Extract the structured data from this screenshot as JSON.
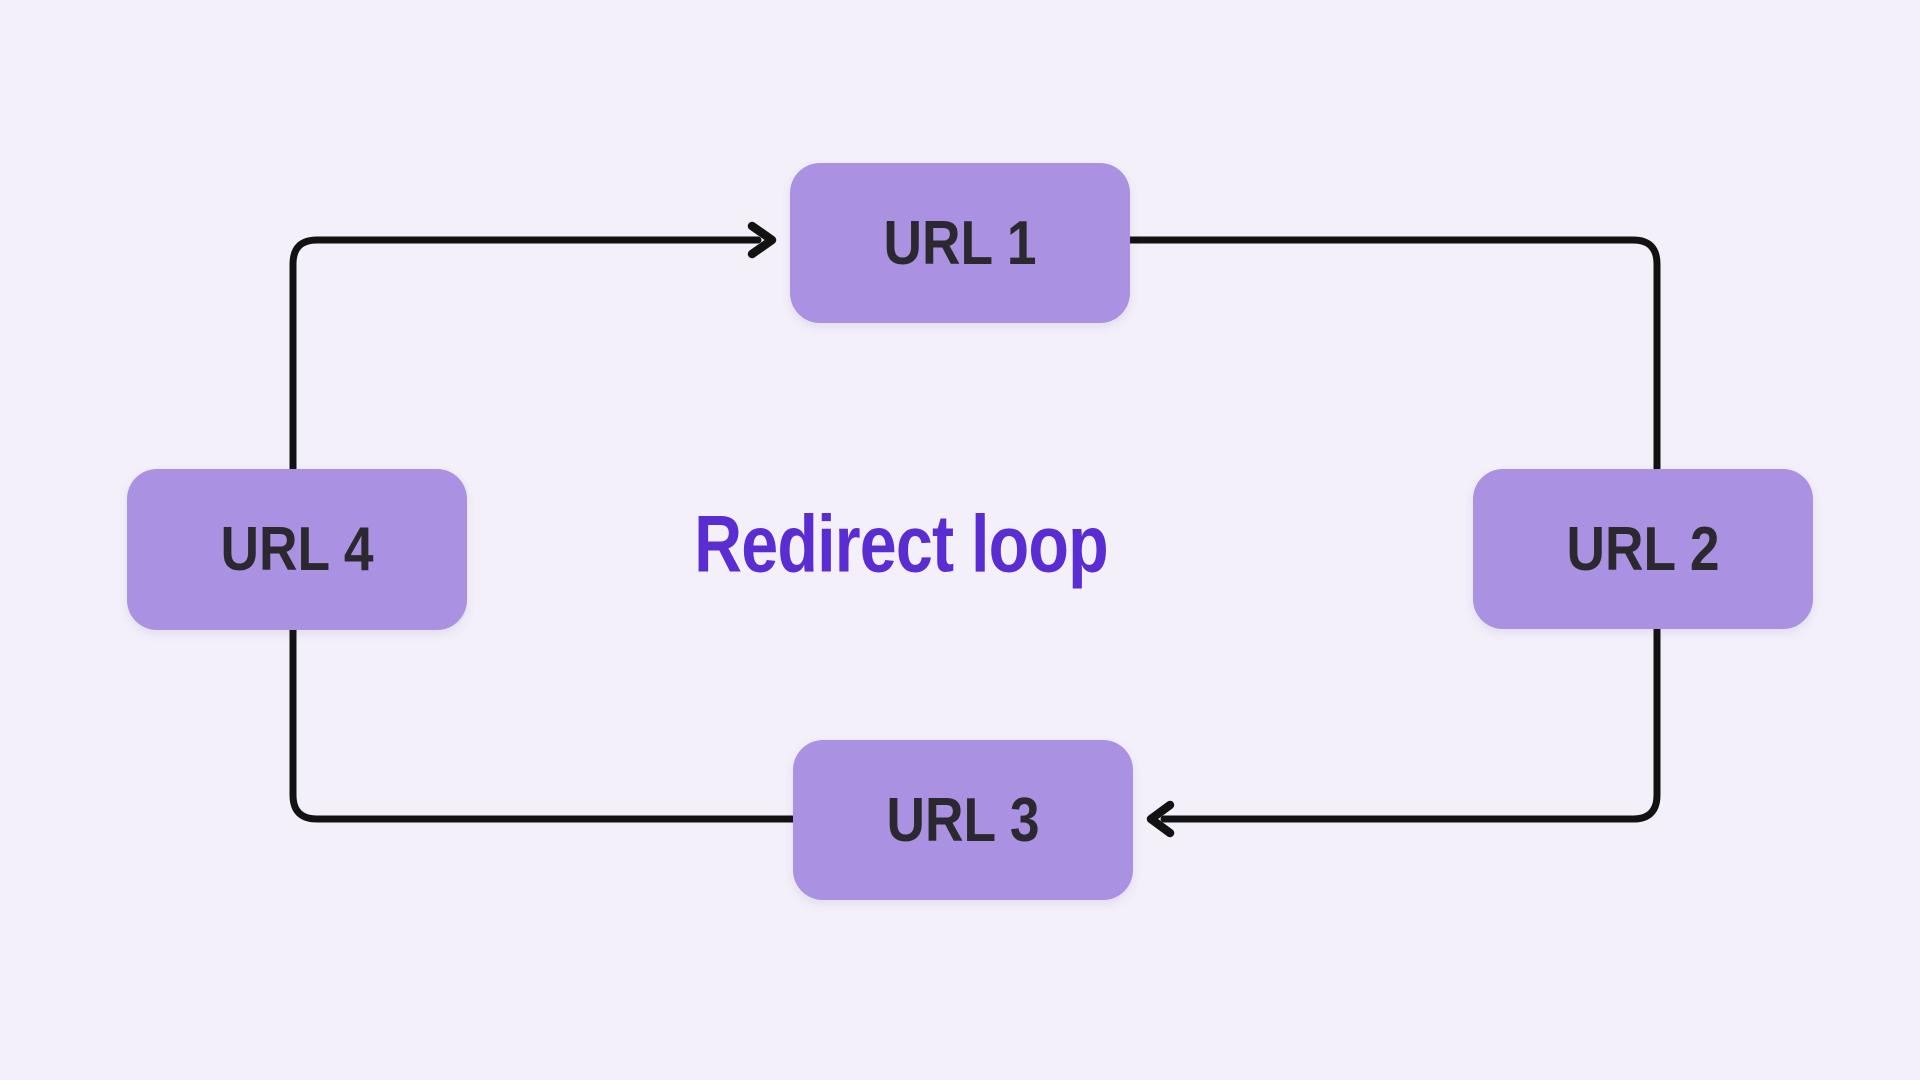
{
  "diagram": {
    "background_color": "#f3f0fa",
    "center_label": {
      "text": "Redirect loop",
      "color": "#5a2dd2"
    },
    "nodes": [
      {
        "label": "URL 1"
      },
      {
        "label": "URL 2"
      },
      {
        "label": "URL 3"
      },
      {
        "label": "URL 4"
      }
    ],
    "node_fill_color": "#ab91e2",
    "node_label_color": "#2c2830",
    "connector_color": "#121212",
    "edges": [
      {
        "from": "URL 4",
        "to": "URL 1",
        "arrowhead": true
      },
      {
        "from": "URL 1",
        "to": "URL 2",
        "arrowhead": false
      },
      {
        "from": "URL 2",
        "to": "URL 3",
        "arrowhead": true
      },
      {
        "from": "URL 3",
        "to": "URL 4",
        "arrowhead": false
      }
    ]
  }
}
